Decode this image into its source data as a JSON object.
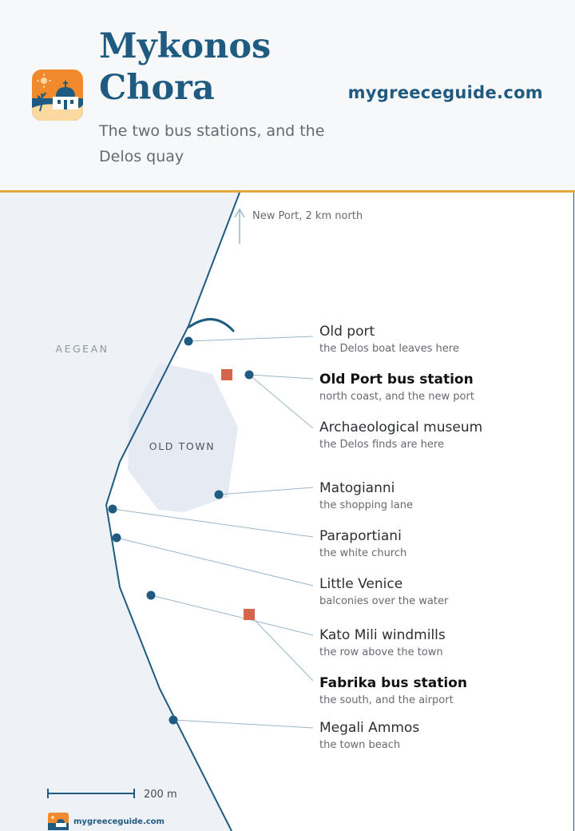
{
  "header": {
    "title": "Mykonos Chora",
    "title_line1": "Mykonos",
    "title_line2": "Chora",
    "subtitle": "The two bus stations, and the Delos quay",
    "site_link": "mygreeceguide.com"
  },
  "map": {
    "sea_label": "AEGEAN",
    "area_label": "OLD TOWN",
    "north_note": "New Port, 2 km north",
    "scale_label": "200 m",
    "colors": {
      "coast": "#1f5a80",
      "sea": "#eef2f6",
      "old_town": "#e6ebf3",
      "place_marker": "#1f5a80",
      "bus_marker": "#d4644a",
      "leader_line": "#9bb6c9",
      "accent_rule": "#e0a93a"
    },
    "places": [
      {
        "name": "Old port",
        "note": "the Delos boat leaves here",
        "kind": "place",
        "emphasis": false
      },
      {
        "name": "Old Port bus station",
        "note": "north coast, and the new port",
        "kind": "bus",
        "emphasis": true
      },
      {
        "name": "Archaeological museum",
        "note": "the Delos finds are here",
        "kind": "place",
        "emphasis": false
      },
      {
        "name": "Matogianni",
        "note": "the shopping lane",
        "kind": "place",
        "emphasis": false
      },
      {
        "name": "Paraportiani",
        "note": "the white church",
        "kind": "place",
        "emphasis": false
      },
      {
        "name": "Little Venice",
        "note": "balconies over the water",
        "kind": "place",
        "emphasis": false
      },
      {
        "name": "Kato Mili windmills",
        "note": "the row above the town",
        "kind": "place",
        "emphasis": false
      },
      {
        "name": "Fabrika bus station",
        "note": "the south, and the airport",
        "kind": "bus",
        "emphasis": true
      },
      {
        "name": "Megali Ammos",
        "note": "the town beach",
        "kind": "place",
        "emphasis": false
      }
    ]
  },
  "footer": {
    "site": "mygreeceguide.com"
  }
}
